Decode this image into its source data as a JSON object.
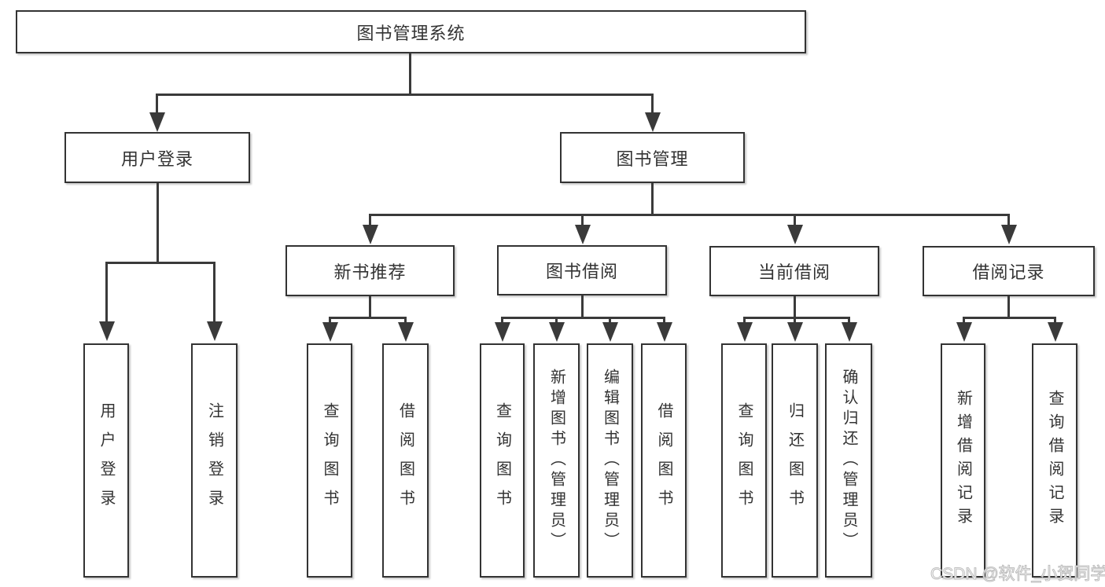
{
  "tree": {
    "root": {
      "label": "图书管理系统"
    },
    "user_login": {
      "label": "用户登录",
      "children": [
        {
          "label": "用户登录"
        },
        {
          "label": "注销登录"
        }
      ]
    },
    "book_mgmt": {
      "label": "图书管理"
    },
    "new_books": {
      "label": "新书推荐",
      "children": [
        {
          "label": "查询图书"
        },
        {
          "label": "借阅图书"
        }
      ]
    },
    "book_borrow": {
      "label": "图书借阅",
      "children": [
        {
          "label": "查询图书"
        },
        {
          "label": "新增图书（管理员）"
        },
        {
          "label": "编辑图书（管理员）"
        },
        {
          "label": "借阅图书"
        }
      ]
    },
    "current_borrow": {
      "label": "当前借阅",
      "children": [
        {
          "label": "查询图书"
        },
        {
          "label": "归还图书"
        },
        {
          "label": "确认归还（管理员）"
        }
      ]
    },
    "borrow_records": {
      "label": "借阅记录",
      "children": [
        {
          "label": "新增借阅记录"
        },
        {
          "label": "查询借阅记录"
        }
      ]
    }
  },
  "watermark": {
    "text": "CSDN @软件_小贺同学"
  },
  "colors": {
    "line": "#3a3a3a",
    "box_border": "#333333",
    "text": "#333333",
    "background": "#ffffff",
    "watermark": "#d9d9d9"
  }
}
